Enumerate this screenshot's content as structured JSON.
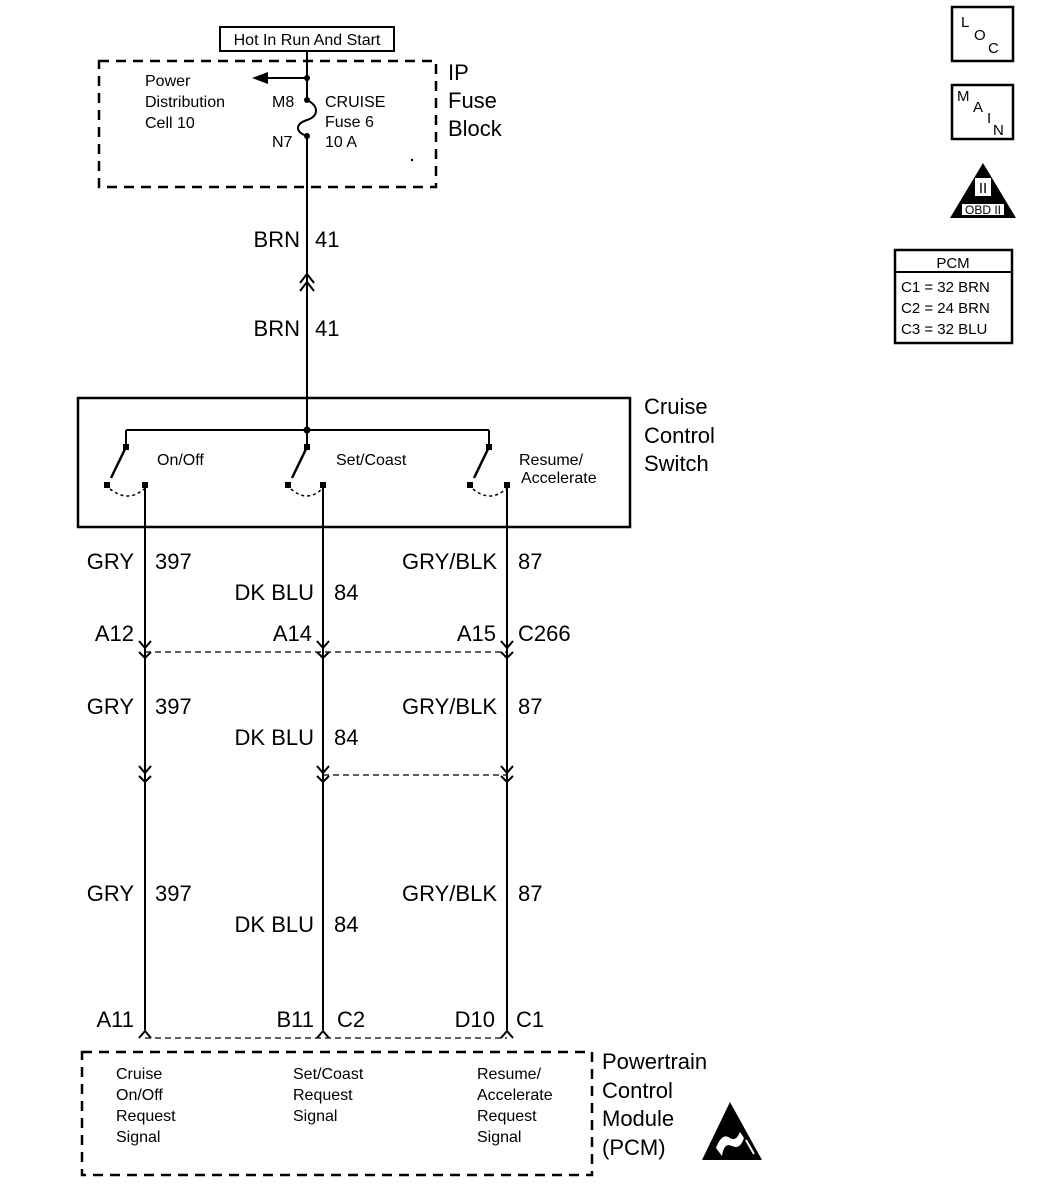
{
  "power": {
    "label": "Hot In Run And Start"
  },
  "fuse_block": {
    "title": [
      "IP",
      "Fuse",
      "Block"
    ],
    "pdc": [
      "Power",
      "Distribution",
      "Cell 10"
    ],
    "pin_top": "M8",
    "pin_bottom": "N7",
    "fuse": [
      "CRUISE",
      "Fuse 6",
      "10 A"
    ]
  },
  "feed_wire": {
    "color": "BRN",
    "circuit": "41"
  },
  "switch": {
    "title": [
      "Cruise",
      "Control",
      "Switch"
    ],
    "positions": {
      "on_off": [
        "On/Off"
      ],
      "set_coast": [
        "Set/Coast"
      ],
      "resume": [
        "Resume/",
        "Accelerate"
      ]
    }
  },
  "wires": {
    "left": {
      "color": "GRY",
      "circuit": "397"
    },
    "middle": {
      "color": "DK BLU",
      "circuit": "84"
    },
    "right": {
      "color": "GRY/BLK",
      "circuit": "87"
    }
  },
  "connector_c266": {
    "name": "C266",
    "pins": [
      "A12",
      "A14",
      "A15"
    ]
  },
  "pcm_pins": {
    "left": "A11",
    "middle": "B11",
    "middle_conn": "C2",
    "right": "D10",
    "right_conn": "C1"
  },
  "pcm": {
    "title": [
      "Powertrain",
      "Control",
      "Module",
      "(PCM)"
    ],
    "signals": {
      "left": [
        "Cruise",
        "On/Off",
        "Request",
        "Signal"
      ],
      "middle": [
        "Set/Coast",
        "Request",
        "Signal"
      ],
      "right": [
        "Resume/",
        "Accelerate",
        "Request",
        "Signal"
      ]
    }
  },
  "legend": {
    "loc": [
      "L",
      "O",
      "C"
    ],
    "main": [
      "M",
      "A",
      "I",
      "N"
    ],
    "obd": {
      "numeral": "II",
      "label": "OBD II"
    },
    "pcm_box": {
      "title": "PCM",
      "rows": [
        "C1 = 32 BRN",
        "C2 = 24 BRN",
        "C3 = 32 BLU"
      ]
    }
  }
}
